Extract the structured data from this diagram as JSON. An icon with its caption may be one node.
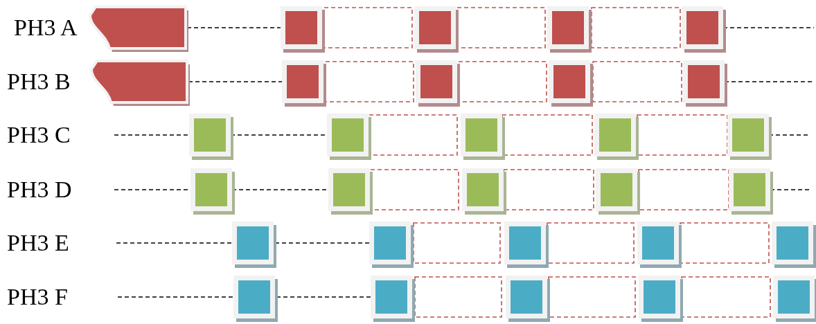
{
  "diagram": {
    "labels": [
      "PH3 A",
      "PH3 B",
      "PH3 C",
      "PH3 D",
      "PH3 E",
      "PH3 F"
    ]
  }
}
